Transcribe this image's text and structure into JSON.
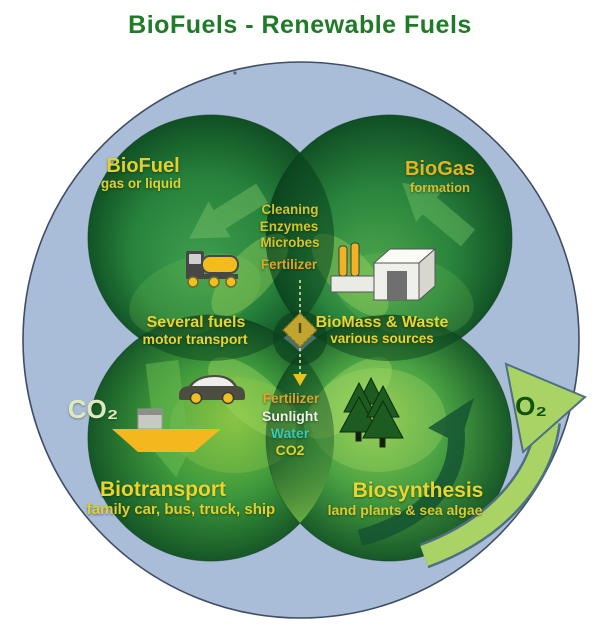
{
  "title": "BioFuels - Renewable Fuels",
  "venn": {
    "biofuel": {
      "title": "BioFuel",
      "subtitle": "gas or liquid"
    },
    "biogas": {
      "title": "BioGas",
      "subtitle": "formation"
    },
    "biotransport": {
      "title": "Biotransport",
      "subtitle": "family car, bus, truck, ship"
    },
    "biosynthesis": {
      "title": "Biosynthesis",
      "subtitle": "land plants & sea algae"
    }
  },
  "center_inputs_top": {
    "line1": "Cleaning",
    "line2": "Enzymes",
    "line3": "Microbes",
    "line4": "Fertilizer"
  },
  "center_inputs_bottom": {
    "line1": "Fertilizer",
    "line2": "Sunlight",
    "line3": "Water",
    "line4": "CO2"
  },
  "left_overlap": {
    "line1": "Several fuels",
    "line2": "motor transport"
  },
  "right_overlap": {
    "line1": "BioMass & Waste",
    "line2": "various sources"
  },
  "gases": {
    "co2": "CO₂",
    "o2": "O₂"
  },
  "icons": {
    "truck": "tanker-truck-icon",
    "factory": "biogas-plant-icon",
    "car": "car-icon",
    "ship": "ship-icon",
    "trees": "pine-trees-icon"
  },
  "colors": {
    "background": "#ffffff",
    "outer_circle_fill": "#a9bdd9",
    "outer_circle_stroke": "#3f4e63",
    "title_green": "#207a28",
    "dark_green": "#0b4a21",
    "leaf_green": "#8cc63f",
    "label_yellow": "#ecd42c",
    "label_orange": "#dca52b",
    "sunlight_white": "#f2f2ea",
    "water_teal": "#35c9b6",
    "o2_arrow_green": "#a9d465",
    "icon_yellow": "#f3bb1c",
    "icon_gray": "#474747"
  }
}
